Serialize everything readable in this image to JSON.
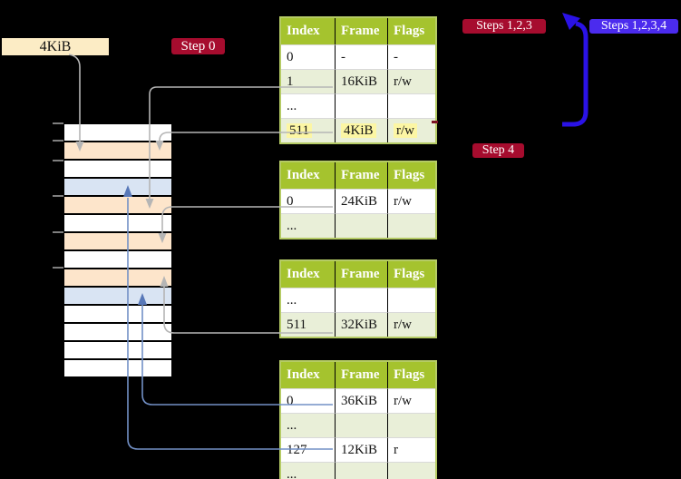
{
  "chip": {
    "label": "4KiB"
  },
  "badges": {
    "step0": "Step 0",
    "steps123": "Steps 1,2,3",
    "steps1234": "Steps 1,2,3,4",
    "step4": "Step 4"
  },
  "tables": {
    "headers": [
      "Index",
      "Frame",
      "Flags"
    ],
    "t1": {
      "rows": [
        [
          "0",
          "-",
          "-"
        ],
        [
          "1",
          "16KiB",
          "r/w"
        ],
        [
          "...",
          "",
          ""
        ],
        [
          "511",
          "4KiB",
          "r/w"
        ]
      ],
      "highlight_row": 3
    },
    "t2": {
      "rows": [
        [
          "0",
          "24KiB",
          "r/w"
        ],
        [
          "...",
          "",
          ""
        ]
      ]
    },
    "t3": {
      "rows": [
        [
          "...",
          "",
          ""
        ],
        [
          "511",
          "32KiB",
          "r/w"
        ]
      ]
    },
    "t4": {
      "rows": [
        [
          "0",
          "36KiB",
          "r/w"
        ],
        [
          "...",
          "",
          ""
        ],
        [
          "127",
          "12KiB",
          "r"
        ],
        [
          "...",
          "",
          ""
        ]
      ]
    }
  },
  "memory_column": {
    "row_colors": [
      "white",
      "peach",
      "white",
      "blue",
      "peach",
      "white",
      "peach",
      "white",
      "peach",
      "blue",
      "white",
      "white",
      "white",
      "white"
    ],
    "tick_count": 6
  },
  "arrows": [
    {
      "name": "chip-4kib-to-memory-row-2",
      "color": "gray",
      "direction": "down"
    },
    {
      "name": "t1-index1-to-memory-row-5",
      "color": "gray",
      "direction": "down"
    },
    {
      "name": "t1-index511-to-memory-row-2",
      "color": "gray",
      "direction": "down"
    },
    {
      "name": "t2-index0-to-memory-row-7",
      "color": "gray",
      "direction": "down"
    },
    {
      "name": "t3-index511-to-memory-row-9",
      "color": "gray",
      "direction": "up"
    },
    {
      "name": "t4-index0-to-memory-row-10",
      "color": "blue",
      "direction": "up"
    },
    {
      "name": "t4-index127-to-memory-row-4",
      "color": "blue",
      "direction": "up"
    },
    {
      "name": "loop-back-arrow",
      "color": "violet-blue",
      "direction": "up-left"
    }
  ],
  "colors": {
    "background": "#000000",
    "chip_bg": "#fcecc5",
    "badge_red": "#a60c2e",
    "badge_blue": "#4b2bee",
    "table_header": "#a5c32e",
    "table_row_alt": "#e9efd8",
    "table_border": "#b5cb65",
    "highlight_yellow": "#fcf6a4",
    "mem_peach": "#fde5cb",
    "mem_blue": "#d9e4f3",
    "line_gray": "#b5b5b5",
    "line_blue": "#7290c6",
    "big_arrow_blue": "#2a12e6"
  }
}
